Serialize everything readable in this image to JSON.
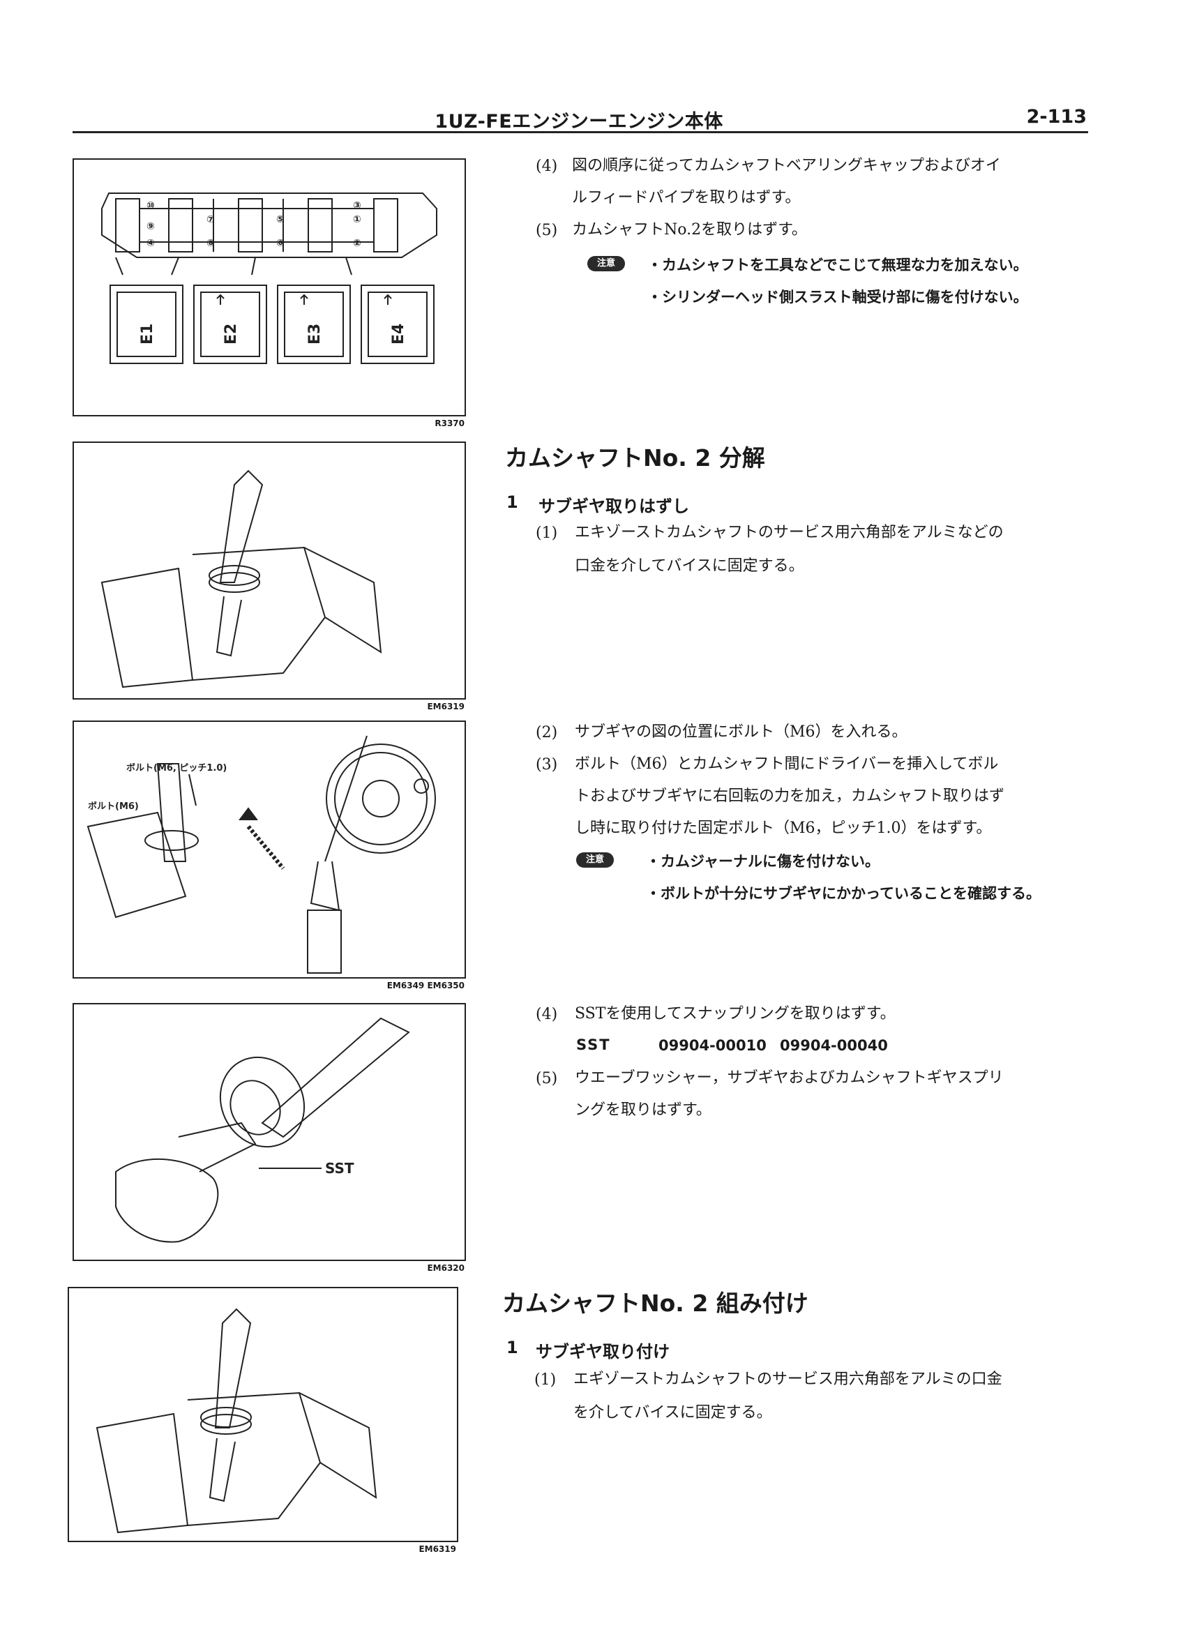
{
  "header": {
    "title": "1UZ-FEエンジンーエンジン本体",
    "page": "2-113"
  },
  "figures": {
    "fig1": {
      "code": "R3370",
      "boxes": [
        "E1",
        "E2",
        "E3",
        "E4"
      ]
    },
    "fig2": {
      "code": "EM6319"
    },
    "fig3": {
      "code": "EM6349  EM6350",
      "label_bolt_pitch": "ボルト(M6, ピッチ1.0)",
      "label_bolt": "ボルト(M6)"
    },
    "fig4": {
      "code": "EM6320",
      "label_sst": "SST"
    },
    "fig5": {
      "code": "EM6319"
    }
  },
  "section0": {
    "step4_num": "(4)",
    "step4_line1": "図の順序に従ってカムシャフトベアリングキャップおよびオイ",
    "step4_line2": "ルフィードパイプを取りはずす。",
    "step5_num": "(5)",
    "step5_line1": "カムシャフトNo.2を取りはずす。",
    "note_badge": "注意",
    "note1": "・カムシャフトを工具などでこじて無理な力を加えない。",
    "note2": "・シリンダーヘッド側スラスト軸受け部に傷を付けない。"
  },
  "section1": {
    "title": "カムシャフトNo. 2 分解",
    "sub_num": "1",
    "sub_title": "サブギヤ取りはずし",
    "s1_num": "(1)",
    "s1_line1": "エキゾーストカムシャフトのサービス用六角部をアルミなどの",
    "s1_line2": "口金を介してバイスに固定する。",
    "s2_num": "(2)",
    "s2_line1": "サブギヤの図の位置にボルト（M6）を入れる。",
    "s3_num": "(3)",
    "s3_line1": "ボルト（M6）とカムシャフト間にドライバーを挿入してボル",
    "s3_line2": "トおよびサブギヤに右回転の力を加え，カムシャフト取りはず",
    "s3_line3": "し時に取り付けた固定ボルト（M6，ピッチ1.0）をはずす。",
    "note_badge": "注意",
    "note1": "・カムジャーナルに傷を付けない。",
    "note2": "・ボルトが十分にサブギヤにかかっていることを確認する。",
    "s4_num": "(4)",
    "s4_line1": "SSTを使用してスナップリングを取りはずす。",
    "sst_label": "SST",
    "sst_code1": "09904-00010",
    "sst_code2": "09904-00040",
    "s5_num": "(5)",
    "s5_line1": "ウエーブワッシャー，サブギヤおよびカムシャフトギヤスプリ",
    "s5_line2": "ングを取りはずす。"
  },
  "section2": {
    "title": "カムシャフトNo. 2 組み付け",
    "sub_num": "1",
    "sub_title": "サブギヤ取り付け",
    "s1_num": "(1)",
    "s1_line1": "エギゾーストカムシャフトのサービス用六角部をアルミの口金",
    "s1_line2": "を介してバイスに固定する。"
  }
}
